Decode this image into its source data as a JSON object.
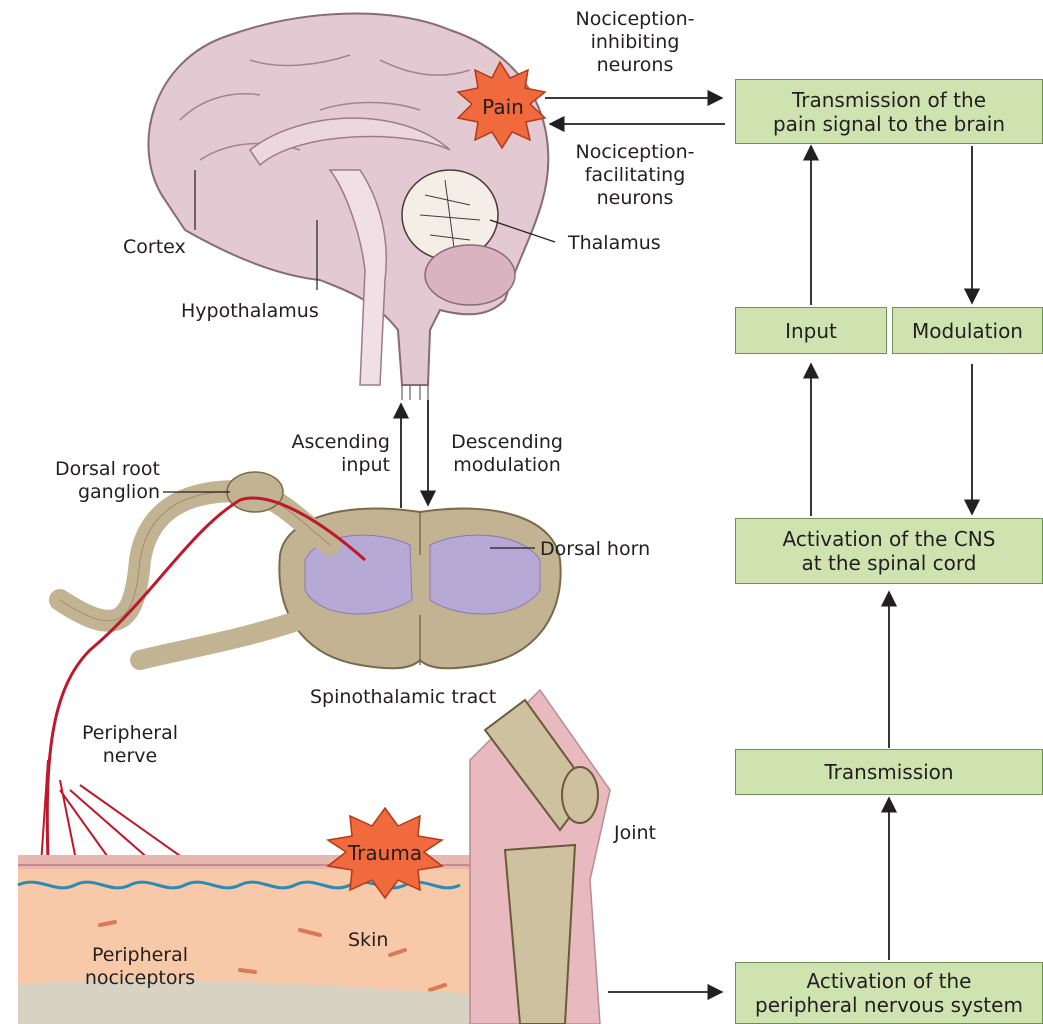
{
  "anatomy_labels": {
    "cortex": "Cortex",
    "hypothalamus": "Hypothalamus",
    "thalamus": "Thalamus",
    "dorsal_root_ganglion": "Dorsal root\nganglion",
    "dorsal_horn": "Dorsal horn",
    "spinothalamic_tract": "Spinothalamic tract",
    "peripheral_nerve": "Peripheral\nnerve",
    "peripheral_nociceptors": "Peripheral\nnociceptors",
    "skin": "Skin",
    "joint": "Joint"
  },
  "bursts": {
    "pain": "Pain",
    "trauma": "Trauma"
  },
  "arrow_labels": {
    "nociception_inhibiting": "Nociception-\ninhibiting\nneurons",
    "nociception_facilitating": "Nociception-\nfacilitating\nneurons",
    "ascending_input": "Ascending\ninput",
    "descending_modulation": "Descending\nmodulation"
  },
  "flow_boxes": {
    "transmission_to_brain": "Transmission of the\npain signal to the brain",
    "input": "Input",
    "modulation": "Modulation",
    "activation_cns": "Activation of the CNS\nat the spinal cord",
    "transmission": "Transmission",
    "activation_pns": "Activation of the\nperipheral nervous system"
  },
  "colors": {
    "box_fill": "#cfe3b1",
    "box_border": "#6f8f55",
    "brain": "#e2c9d2",
    "spinal_cord": "#c2b393",
    "gray_matter": "#b7a9d6",
    "nerve": "#c0182b",
    "skin_line": "#2a8bb5",
    "burst": "#f06a3e"
  }
}
